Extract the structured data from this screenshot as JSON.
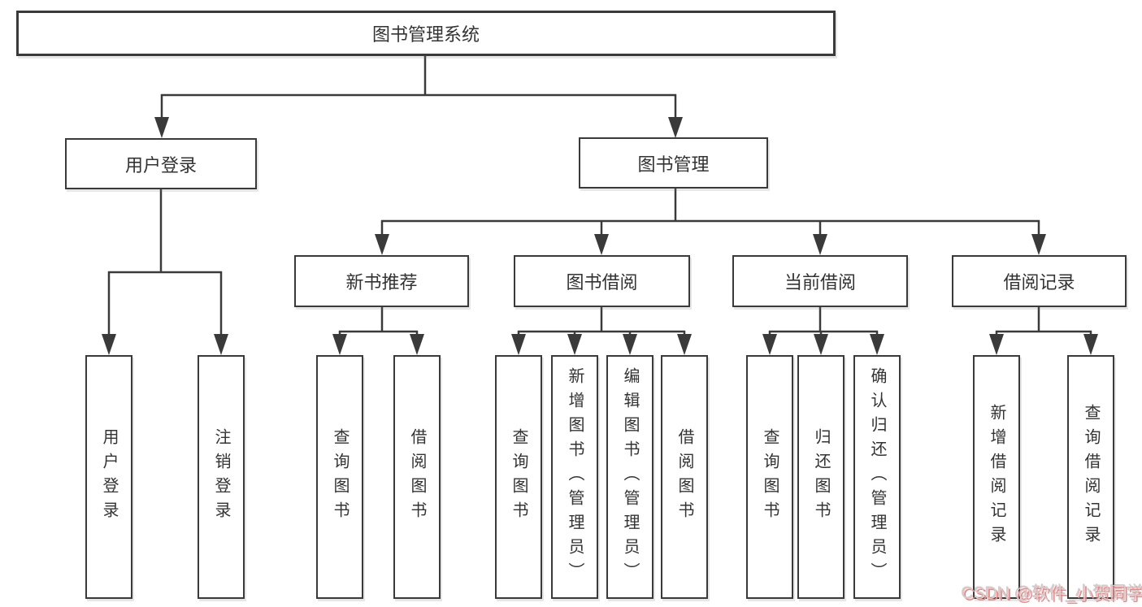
{
  "colors": {
    "line": "#3a3a3a",
    "text": "#333333",
    "watermark-fg": "#cecece",
    "watermark-shadow": "#fb8080"
  },
  "watermark": {
    "text": "CSDN @软件_小贺同学"
  },
  "tree": {
    "root": {
      "label": "图书管理系统"
    },
    "branches": [
      {
        "label": "用户登录",
        "children": [
          {
            "label": "用户登录"
          },
          {
            "label": "注销登录"
          }
        ]
      },
      {
        "label": "图书管理",
        "children": [
          {
            "label": "新书推荐",
            "children": [
              {
                "label": "查询图书"
              },
              {
                "label": "借阅图书"
              }
            ]
          },
          {
            "label": "图书借阅",
            "children": [
              {
                "label": "查询图书"
              },
              {
                "label": "新增图书（管理员）"
              },
              {
                "label": "编辑图书（管理员）"
              },
              {
                "label": "借阅图书"
              }
            ]
          },
          {
            "label": "当前借阅",
            "children": [
              {
                "label": "查询图书"
              },
              {
                "label": "归还图书"
              },
              {
                "label": "确认归还（管理员）"
              }
            ]
          },
          {
            "label": "借阅记录",
            "children": [
              {
                "label": "新增借阅记录"
              },
              {
                "label": "查询借阅记录"
              }
            ]
          }
        ]
      }
    ]
  }
}
